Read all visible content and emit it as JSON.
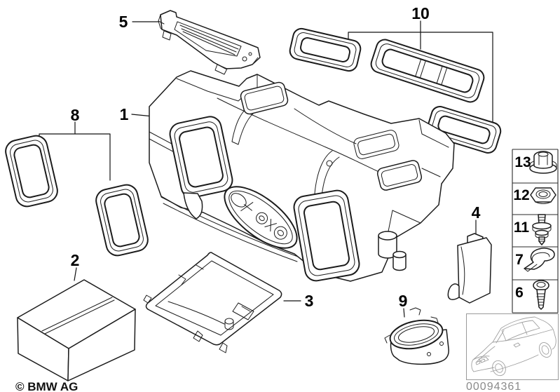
{
  "callouts": {
    "c1": "1",
    "c2": "2",
    "c3": "3",
    "c4": "4",
    "c5": "5",
    "c6": "6",
    "c7": "7",
    "c8": "8",
    "c9": "9",
    "c10": "10",
    "c11": "11",
    "c12": "12",
    "c13": "13"
  },
  "fastener_icons": [
    "flange-nut",
    "hex-nut",
    "stud-bolt",
    "spring-clip",
    "tapping-screw"
  ],
  "footer": {
    "copyright": "© BMW AG",
    "part_number": "00094361"
  },
  "colors": {
    "line": "#1c1c1c",
    "car_line": "#a0a0a0",
    "part_number_text": "#8a8a8a",
    "label_text": "#000000",
    "background": "#ffffff"
  }
}
